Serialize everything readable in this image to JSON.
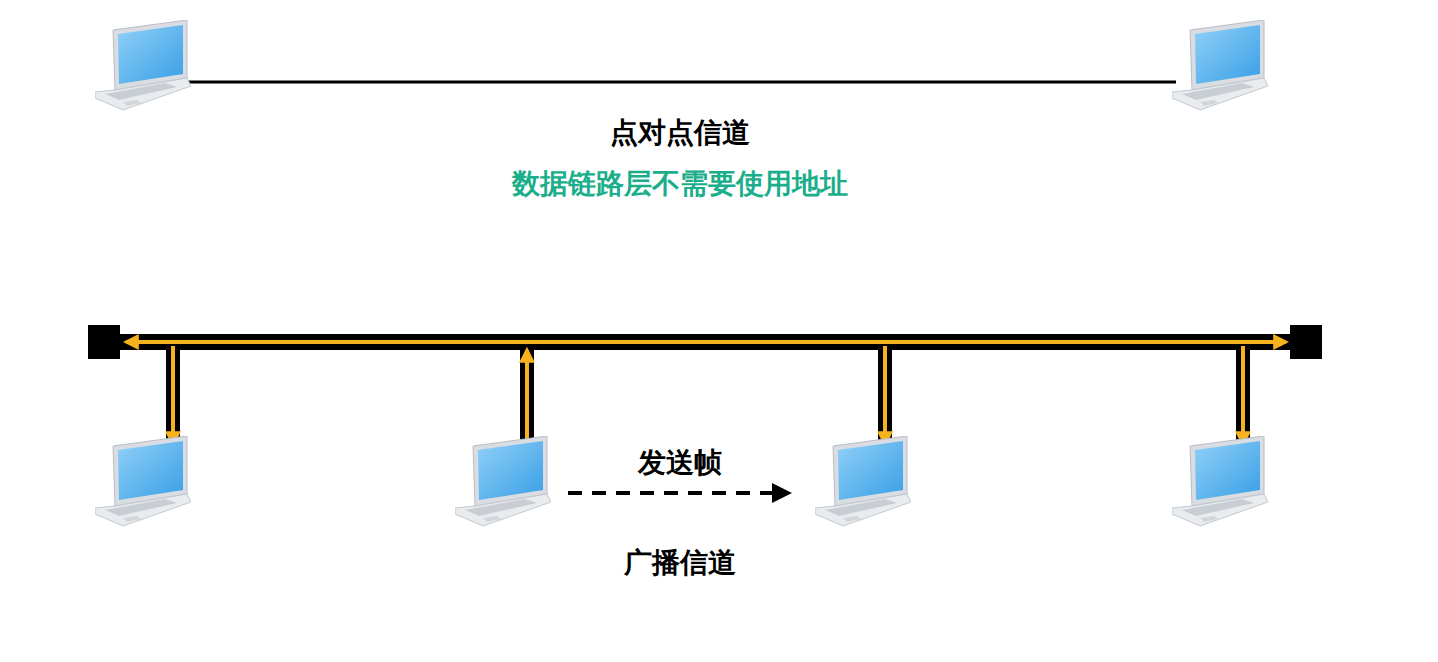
{
  "diagram": {
    "labels": [
      "点对点信道",
      "数据链路层不需要使用地址",
      "发送帧",
      "广播信道"
    ]
  }
}
